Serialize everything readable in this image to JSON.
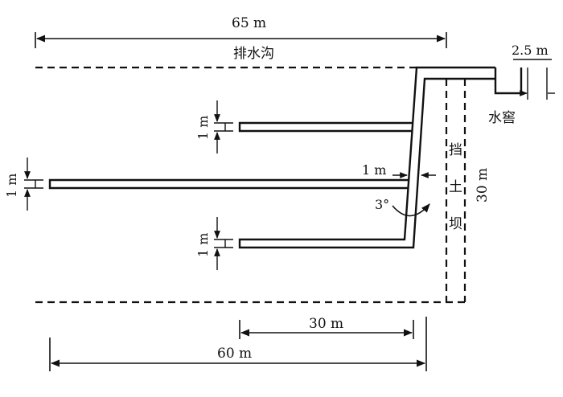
{
  "labels": {
    "drain_ditch": "排水沟",
    "water_cellar": "水窖",
    "dam_char1": "挡",
    "dam_char2": "土",
    "dam_char3": "坝"
  },
  "dimensions": {
    "total_length_top": "65 m",
    "total_length_bottom": "60 m",
    "branch_length": "30 m",
    "dam_height": "30 m",
    "cellar_width": "2.5 m",
    "pipe_gap": "1 m",
    "upper_branch_width": "1 m",
    "lower_branch_width": "1 m",
    "main_pipe_width": "1 m",
    "slope_angle": "3°"
  },
  "colors": {
    "line": "#111111",
    "background": "#ffffff"
  }
}
